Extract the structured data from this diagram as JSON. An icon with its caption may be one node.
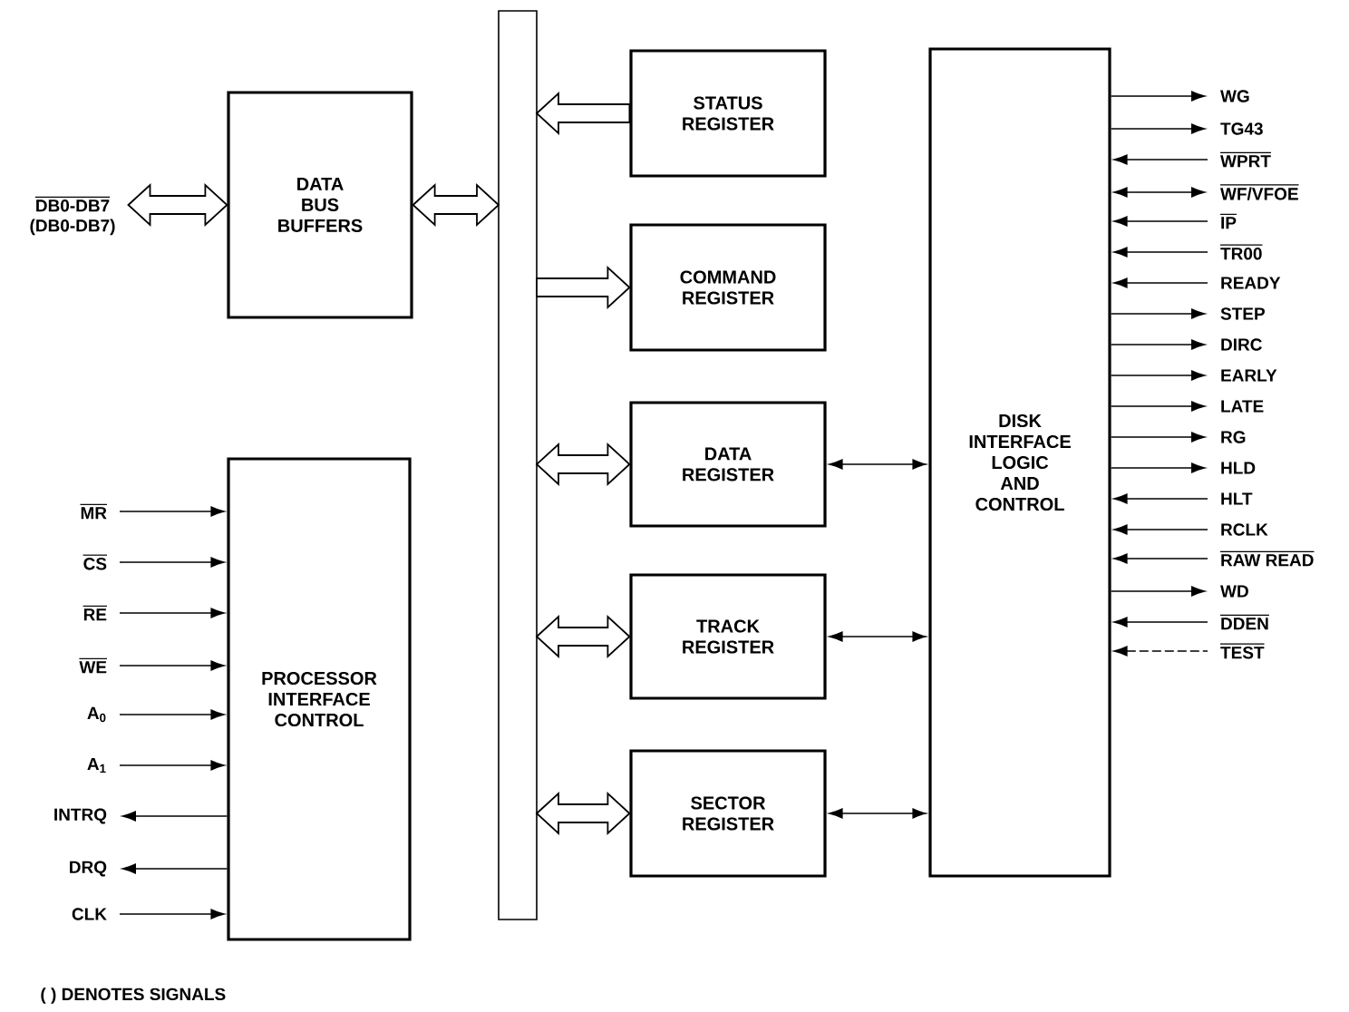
{
  "diagram": {
    "nodes": [
      {
        "text": [],
        "shape": "bar"
      },
      {
        "text": [
          "DATA BUS BUFFERS"
        ]
      },
      {
        "text": [
          "PROCESSOR INTERFACE CONTROL"
        ]
      },
      {
        "text": [
          "STATUS REGISTER"
        ]
      },
      {
        "text": [
          "COMMAND REGISTER"
        ]
      },
      {
        "text": [
          "DATA REGISTER"
        ]
      },
      {
        "text": [
          "TRACK REGISTER"
        ]
      },
      {
        "text": [
          "SECTOR REGISTER"
        ]
      },
      {
        "text": [
          "DISK INTERFACE LOGIC AND CONTROL"
        ]
      },
      {
        "text": [
          "DB0-DB7",
          "(DB0-DB7)"
        ]
      },
      {
        "text": [
          "MR"
        ]
      },
      {
        "text": [
          "CS"
        ]
      },
      {
        "text": [
          "RE"
        ]
      },
      {
        "text": [
          "WE"
        ]
      },
      {
        "text": [
          "A$_{0}$"
        ]
      },
      {
        "text": [
          "A$_{1}$"
        ]
      },
      {
        "text": [
          "INTRQ"
        ]
      },
      {
        "text": [
          "DRQ"
        ]
      },
      {
        "text": [
          "CLK"
        ]
      },
      {
        "text": [
          "WG"
        ]
      },
      {
        "text": [
          "TG43"
        ]
      },
      {
        "text": [
          "WPRT"
        ]
      },
      {
        "text": [
          "WF/VFOE"
        ]
      },
      {
        "text": [
          "IP"
        ]
      },
      {
        "text": [
          "TR00"
        ]
      },
      {
        "text": [
          "READY"
        ]
      },
      {
        "text": [
          "STEP"
        ]
      },
      {
        "text": [
          "DIRC"
        ]
      },
      {
        "text": [
          "EARLY"
        ]
      },
      {
        "text": [
          "LATE"
        ]
      },
      {
        "text": [
          "RG"
        ]
      },
      {
        "text": [
          "HLD"
        ]
      },
      {
        "text": [
          "HLT"
        ]
      },
      {
        "text": [
          "RCLK"
        ]
      },
      {
        "text": [
          "RAW READ"
        ]
      },
      {
        "text": [
          "WD"
        ]
      },
      {
        "text": [
          "DDEN"
        ]
      },
      {
        "text": [
          "TEST"
        ]
      }
    ],
    "edges": [
      {
        "from": 9,
        "to": 1,
        "arrow": "both",
        "style": "thick"
      },
      {
        "from": 1,
        "to": 0,
        "arrow": "both",
        "style": "thick"
      },
      {
        "from": 3,
        "to": 0,
        "arrow": "to",
        "style": "thick"
      },
      {
        "from": 0,
        "to": 4,
        "arrow": "to",
        "style": "thick"
      },
      {
        "from": 0,
        "to": 5,
        "arrow": "both",
        "style": "thick"
      },
      {
        "from": 0,
        "to": 6,
        "arrow": "both",
        "style": "thick"
      },
      {
        "from": 0,
        "to": 7,
        "arrow": "both",
        "style": "thick"
      },
      {
        "from": 5,
        "to": 8,
        "arrow": "both"
      },
      {
        "from": 6,
        "to": 8,
        "arrow": "both"
      },
      {
        "from": 7,
        "to": 8,
        "arrow": "both"
      },
      {
        "from": 10,
        "to": 2,
        "arrow": "to"
      },
      {
        "from": 11,
        "to": 2,
        "arrow": "to"
      },
      {
        "from": 12,
        "to": 2,
        "arrow": "to"
      },
      {
        "from": 13,
        "to": 2,
        "arrow": "to"
      },
      {
        "from": 14,
        "to": 2,
        "arrow": "to"
      },
      {
        "from": 15,
        "to": 2,
        "arrow": "to"
      },
      {
        "from": 2,
        "to": 16,
        "arrow": "to"
      },
      {
        "from": 2,
        "to": 17,
        "arrow": "to"
      },
      {
        "from": 18,
        "to": 2,
        "arrow": "to"
      },
      {
        "from": 8,
        "to": 19,
        "arrow": "to"
      },
      {
        "from": 8,
        "to": 20,
        "arrow": "to"
      },
      {
        "from": 21,
        "to": 8,
        "arrow": "to"
      },
      {
        "from": 8,
        "to": 22,
        "arrow": "both"
      },
      {
        "from": 23,
        "to": 8,
        "arrow": "to"
      },
      {
        "from": 24,
        "to": 8,
        "arrow": "to"
      },
      {
        "from": 25,
        "to": 8,
        "arrow": "to"
      },
      {
        "from": 8,
        "to": 26,
        "arrow": "to"
      },
      {
        "from": 8,
        "to": 27,
        "arrow": "to"
      },
      {
        "from": 8,
        "to": 28,
        "arrow": "to"
      },
      {
        "from": 8,
        "to": 29,
        "arrow": "to"
      },
      {
        "from": 8,
        "to": 30,
        "arrow": "to"
      },
      {
        "from": 8,
        "to": 31,
        "arrow": "to"
      },
      {
        "from": 32,
        "to": 8,
        "arrow": "to"
      },
      {
        "from": 33,
        "to": 8,
        "arrow": "to"
      },
      {
        "from": 34,
        "to": 8,
        "arrow": "to"
      },
      {
        "from": 8,
        "to": 35,
        "arrow": "to"
      },
      {
        "from": 36,
        "to": 8,
        "arrow": "to"
      },
      {
        "from": 37,
        "to": 8,
        "arrow": "to",
        "style": "dashed"
      }
    ],
    "labels": [
      "( ) DENOTES SIGNALS"
    ]
  }
}
